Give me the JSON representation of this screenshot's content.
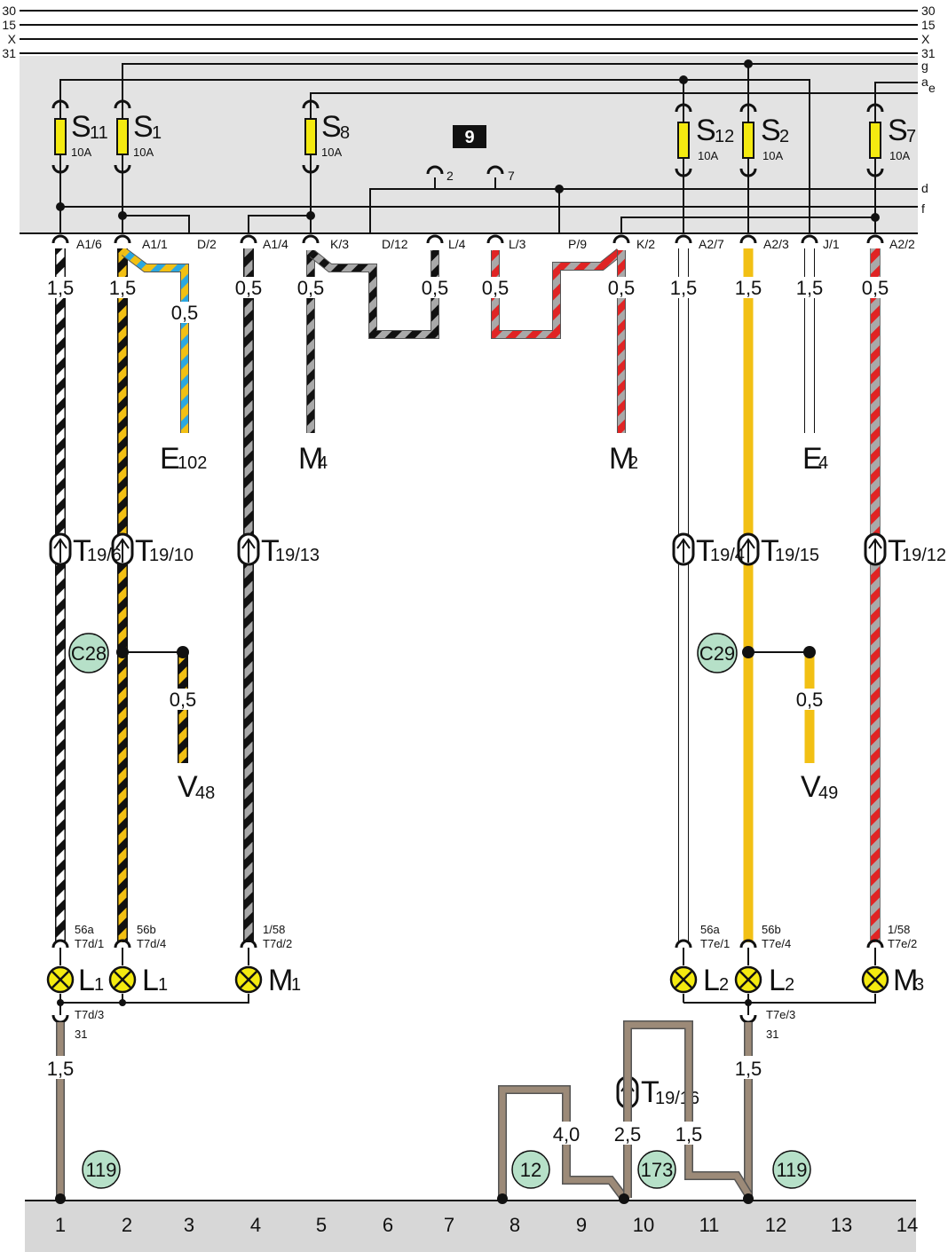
{
  "colors": {
    "panel_bg": "#e3e3e3",
    "footer_bg": "#d7d7d7",
    "fuse_yellow": "#f4ea10",
    "wire_yellow": "#f2c014",
    "wire_red": "#e02424",
    "wire_grey": "#a9a9a9",
    "wire_blue": "#2ba7e0",
    "wire_brown": "#9c8a78",
    "badge_green": "#b6e0c8"
  },
  "bus_labels": [
    {
      "left": "30",
      "right": "30"
    },
    {
      "left": "15",
      "right": "15"
    },
    {
      "left": "X",
      "right": "X"
    },
    {
      "left": "31",
      "right": "31"
    }
  ],
  "right_line_labels": {
    "g": "g",
    "a": "a",
    "e": "e",
    "d": "d",
    "f": "f"
  },
  "block_badge": "9",
  "fuses": [
    {
      "main": "S",
      "sub": "11",
      "rating": "10A"
    },
    {
      "main": "S",
      "sub": "1",
      "rating": "10A"
    },
    {
      "main": "S",
      "sub": "8",
      "rating": "10A"
    },
    {
      "main": "S",
      "sub": "12",
      "rating": "10A"
    },
    {
      "main": "S",
      "sub": "2",
      "rating": "10A"
    },
    {
      "main": "S",
      "sub": "7",
      "rating": "10A"
    }
  ],
  "small_terminals": [
    "2",
    "7"
  ],
  "terminals": [
    "A1/6",
    "A1/1",
    "D/2",
    "A1/4",
    "K/3",
    "D/12",
    "L/4",
    "L/3",
    "P/9",
    "K/2",
    "A2/7",
    "A2/3",
    "J/1",
    "A2/2"
  ],
  "wire_sizes": {
    "w1": "1,5",
    "w2": "1,5",
    "w3": "0,5",
    "w4": "0,5",
    "w5": "0,5",
    "w6": "0,5",
    "w7": "0,5",
    "w8": "0,5",
    "w9": "1,5",
    "w10": "1,5",
    "w11": "1,5",
    "w12": "0,5",
    "w13": "0,5",
    "w14": "0,5",
    "g1": "1,5",
    "g2": "4,0",
    "g3": "2,5",
    "g4": "1,5",
    "g5": "1,5"
  },
  "components": [
    {
      "main": "E",
      "sub": "102"
    },
    {
      "main": "M",
      "sub": "4"
    },
    {
      "main": "M",
      "sub": "2"
    },
    {
      "main": "E",
      "sub": "4"
    },
    {
      "main": "V",
      "sub": "48"
    },
    {
      "main": "V",
      "sub": "49"
    }
  ],
  "connectors": [
    {
      "main": "T",
      "sub": "19/6"
    },
    {
      "main": "T",
      "sub": "19/10"
    },
    {
      "main": "T",
      "sub": "19/13"
    },
    {
      "main": "T",
      "sub": "19/4"
    },
    {
      "main": "T",
      "sub": "19/15"
    },
    {
      "main": "T",
      "sub": "19/12"
    },
    {
      "main": "T",
      "sub": "19/16"
    }
  ],
  "junctions": [
    "C28",
    "C29"
  ],
  "lamp_pins": [
    {
      "top": "56a",
      "bottom": "T7d/1"
    },
    {
      "top": "56b",
      "bottom": "T7d/4"
    },
    {
      "top": "1/58",
      "bottom": "T7d/2"
    },
    {
      "top": "56a",
      "bottom": "T7e/1"
    },
    {
      "top": "56b",
      "bottom": "T7e/4"
    },
    {
      "top": "1/58",
      "bottom": "T7e/2"
    }
  ],
  "lamps": [
    {
      "main": "L",
      "sub": "1"
    },
    {
      "main": "L",
      "sub": "1"
    },
    {
      "main": "M",
      "sub": "1"
    },
    {
      "main": "L",
      "sub": "2"
    },
    {
      "main": "L",
      "sub": "2"
    },
    {
      "main": "M",
      "sub": "3"
    }
  ],
  "ground_pins": [
    {
      "top": "T7d/3",
      "bottom": "31"
    },
    {
      "top": "T7e/3",
      "bottom": "31"
    }
  ],
  "ground_points": [
    "119",
    "12",
    "173",
    "119"
  ],
  "columns": [
    "1",
    "2",
    "3",
    "4",
    "5",
    "6",
    "7",
    "8",
    "9",
    "10",
    "11",
    "12",
    "13",
    "14"
  ]
}
